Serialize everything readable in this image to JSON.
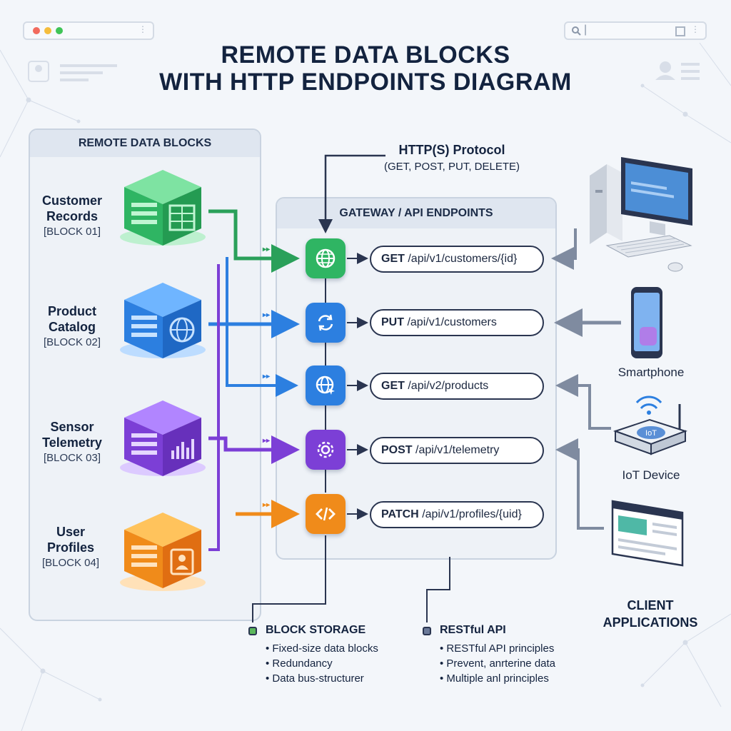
{
  "title": {
    "line1": "REMOTE DATA BLOCKS",
    "line2": "WITH HTTP ENDPOINTS DIAGRAM"
  },
  "blocks_panel": {
    "header": "REMOTE DATA BLOCKS",
    "blocks": [
      {
        "name_line1": "Customer",
        "name_line2": "Records",
        "tag": "[BLOCK 01]",
        "color": "#34c06a"
      },
      {
        "name_line1": "Product",
        "name_line2": "Catalog",
        "tag": "[BLOCK 02]",
        "color": "#2f86e8"
      },
      {
        "name_line1": "Sensor",
        "name_line2": "Telemetry",
        "tag": "[BLOCK 03]",
        "color": "#8b4ee0"
      },
      {
        "name_line1": "User",
        "name_line2": "Profiles",
        "tag": "[BLOCK 04]",
        "color": "#f2921e"
      }
    ]
  },
  "protocol": {
    "title": "HTTP(S) Protocol",
    "methods": "(GET, POST, PUT, DELETE)"
  },
  "gateway": {
    "header": "GATEWAY / API ENDPOINTS",
    "endpoints": [
      {
        "method": "GET",
        "path": "/api/v1/customers/{id}",
        "icon": "globe-icon"
      },
      {
        "method": "PUT",
        "path": "/api/v1/customers",
        "icon": "sync-icon"
      },
      {
        "method": "GET",
        "path": "/api/v2/products",
        "icon": "globe-cursor-icon"
      },
      {
        "method": "POST",
        "path": "/api/v1/telemetry",
        "icon": "gear-icon"
      },
      {
        "method": "PATCH",
        "path": "/api/v1/profiles/{uid}",
        "icon": "code-icon"
      }
    ]
  },
  "clients": {
    "smartphone": "Smartphone",
    "iot": "IoT Device",
    "iot_badge": "IoT",
    "title_line1": "CLIENT",
    "title_line2": "APPLICATIONS"
  },
  "legend": {
    "block_storage": {
      "title": "BLOCK STORAGE",
      "items": [
        "Fixed-size data blocks",
        "Redundancy",
        "Data bus-structurer"
      ],
      "color": "#5cb85c"
    },
    "restful": {
      "title": "RESTful API",
      "items": [
        "RESTful API principles",
        "Prevent, anrterine data",
        "Multiple anl principles"
      ],
      "color": "#6b7a99"
    }
  },
  "colors": {
    "green": "#34c06a",
    "blue": "#2f86e8",
    "purple": "#8b4ee0",
    "orange": "#f2921e",
    "navy": "#13233f"
  }
}
